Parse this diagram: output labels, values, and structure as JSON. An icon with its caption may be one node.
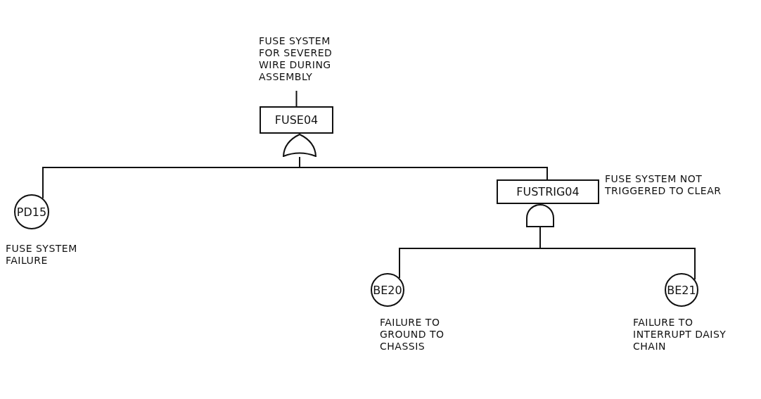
{
  "diagram": {
    "nodes": [
      {
        "text": [
          "FUSE04"
        ],
        "beside": [
          "FUSE SYSTEM FOR SEVERED WIRE DURING ASSEMBLY"
        ]
      },
      {
        "text": [],
        "shape": "gate"
      },
      {
        "text": [
          "PD15"
        ],
        "beside": [
          "FUSE SYSTEM FAILURE"
        ]
      },
      {
        "text": [
          "FUSTRIG04"
        ],
        "beside": [
          "FUSE SYSTEM NOT TRIGGERED TO CLEAR"
        ]
      },
      {
        "text": [],
        "shape": "gate"
      },
      {
        "text": [
          "BE20"
        ],
        "beside": [
          "FAILURE TO GROUND TO CHASSIS"
        ]
      },
      {
        "text": [
          "BE21"
        ],
        "beside": [
          "FAILURE TO INTERRUPT DAISY CHAIN"
        ]
      }
    ],
    "edges": [
      {
        "from": null,
        "to": 0,
        "arrow": "none"
      },
      {
        "from": 1,
        "to": 2,
        "arrow": "none"
      },
      {
        "from": 1,
        "to": 3,
        "arrow": "none"
      },
      {
        "from": 4,
        "to": 5,
        "arrow": "none"
      },
      {
        "from": 4,
        "to": 6,
        "arrow": "none"
      }
    ]
  }
}
